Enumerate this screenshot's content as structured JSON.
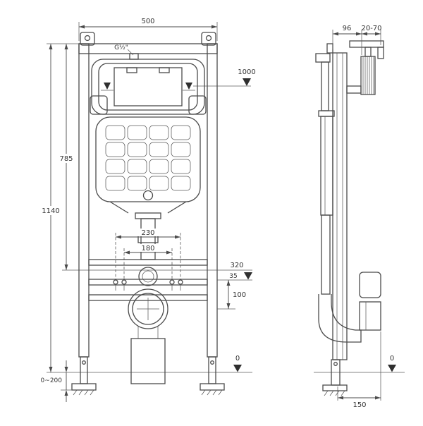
{
  "drawing": {
    "type": "technical-installation-drawing",
    "subject": "concealed-wc-cistern-frame",
    "views": {
      "front": {
        "width": "500",
        "total_height": "1140",
        "upper_fixing_height": "785",
        "inlet_thread": "G½\"",
        "water_level_height": "1000",
        "stud_spacing_wide": "230",
        "stud_spacing_narrow": "180",
        "outlet_level": "320",
        "level_offset": "35",
        "waste_center_drop": "100",
        "floor_level": "0",
        "foot_adjust_range": "0~200"
      },
      "side": {
        "frame_depth": "96",
        "bracket_adjust_range": "20-70",
        "floor_level": "0",
        "outlet_projection": "150"
      }
    },
    "colors": {
      "line": "#4b4b4b",
      "text": "#333333",
      "level_marker": "#2f2f2f",
      "background": "#ffffff"
    }
  }
}
